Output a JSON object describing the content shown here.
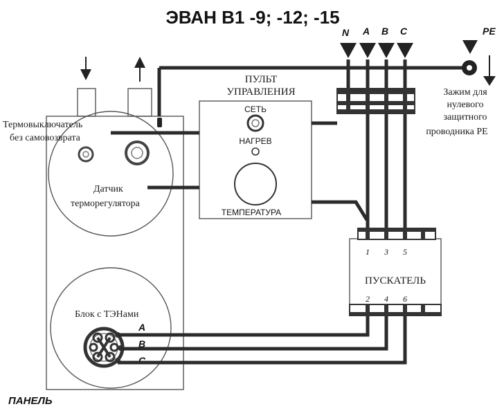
{
  "title": "ЭВАН В1 -9; -12; -15",
  "phases": [
    "N",
    "A",
    "B",
    "C"
  ],
  "pe_label": "PE",
  "pe_clamp": [
    "Зажим для",
    "нулевого",
    "защитного",
    "проводника PE"
  ],
  "control_panel": {
    "title_line1": "ПУЛЬТ",
    "title_line2": "УПРАВЛЕНИЯ",
    "power": "СЕТЬ",
    "heating": "НАГРЕВ",
    "temperature": "ТЕМПЕРАТУРА"
  },
  "thermal_switch": [
    "Термовыключатель",
    "без самовозврата"
  ],
  "sensor": [
    "Датчик",
    "терморегулятора"
  ],
  "heater_block": "Блок с ТЭНами",
  "heater_phases": [
    "A",
    "B",
    "C"
  ],
  "contactor": {
    "label": "ПУСКАТЕЛЬ",
    "inputs": [
      "1",
      "3",
      "5"
    ],
    "outputs": [
      "2",
      "4",
      "6"
    ]
  },
  "panel_label": "ПАНЕЛЬ",
  "colors": {
    "wire": "#2b2b2b",
    "outline": "#555555",
    "background": "#ffffff"
  }
}
